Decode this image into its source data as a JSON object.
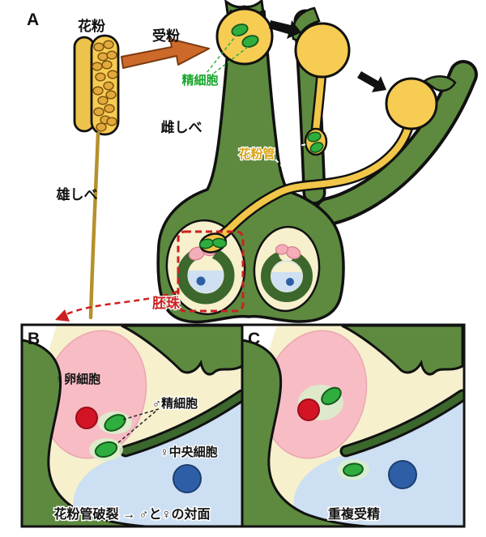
{
  "panel_a": {
    "letter": "A",
    "labels": {
      "pollen": "花粉",
      "pollination": "受粉",
      "sperm_cells": "精細胞",
      "pistil": "雌しべ",
      "pollen_tube": "花粉管",
      "stamen": "雄しべ",
      "ovule": "胚珠"
    }
  },
  "panel_b": {
    "letter": "B",
    "labels": {
      "egg_cell": "♀卵細胞",
      "sperm_cells": "♂精細胞",
      "central_cell": "♀中央細胞"
    },
    "caption": "花粉管破裂 → ♂と♀の対面"
  },
  "panel_c": {
    "letter": "C",
    "caption": "重複受精"
  },
  "colors": {
    "leaf_green": "#5d8a3f",
    "dark_green": "#3c672d",
    "outline_black": "#111111",
    "cream": "#f6f0cd",
    "pollen_yellow": "#f7cc52",
    "pollen_grain": "#e2a93b",
    "filament_tan": "#b5912c",
    "tube_yellow": "#f2c648",
    "sperm_green": "#2fae3e",
    "sperm_glow": "#d9f0cc",
    "egg_pink": "#f8bcc4",
    "synergid_pink": "#f4aeb9",
    "egg_red": "#d31425",
    "nucleus_blue": "#2e5fa6",
    "central_cell_blue": "#cddff2",
    "accent_red": "#cc2020",
    "pollination_arrow_orange": "#cd6a2a",
    "pollen_tube_label_gold": "#d9a414"
  }
}
